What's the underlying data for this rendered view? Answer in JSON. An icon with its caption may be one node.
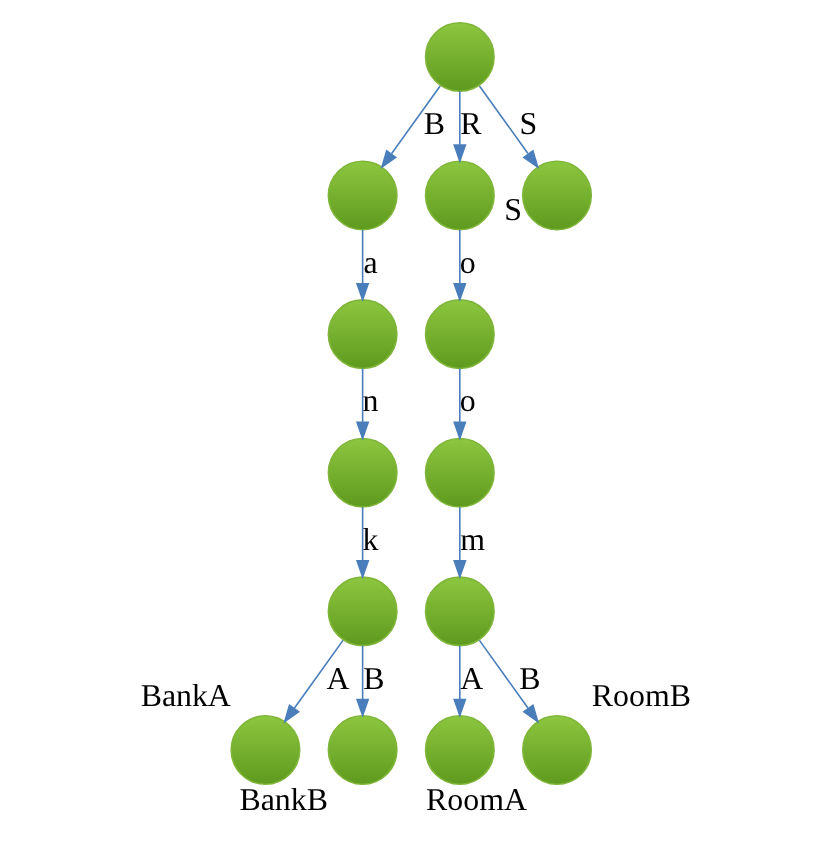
{
  "diagram": {
    "nodes": [
      {
        "text": [],
        "shape": "circle"
      },
      {
        "text": [],
        "shape": "circle"
      },
      {
        "text": [],
        "shape": "circle"
      },
      {
        "text": [],
        "shape": "circle",
        "beside": [
          "S"
        ]
      },
      {
        "text": [],
        "shape": "circle"
      },
      {
        "text": [],
        "shape": "circle"
      },
      {
        "text": [],
        "shape": "circle"
      },
      {
        "text": [],
        "shape": "circle"
      },
      {
        "text": [],
        "shape": "circle"
      },
      {
        "text": [],
        "shape": "circle"
      },
      {
        "text": [],
        "shape": "circle",
        "beside": [
          "BankA"
        ]
      },
      {
        "text": [],
        "shape": "circle",
        "beside": [
          "BankB"
        ]
      },
      {
        "text": [],
        "shape": "circle",
        "beside": [
          "RoomA"
        ]
      },
      {
        "text": [],
        "shape": "circle",
        "beside": [
          "RoomB"
        ]
      }
    ],
    "edges": [
      {
        "from": 0,
        "to": 1,
        "arrow": "to",
        "label": "B"
      },
      {
        "from": 0,
        "to": 2,
        "arrow": "to",
        "label": "R"
      },
      {
        "from": 0,
        "to": 3,
        "arrow": "to",
        "label": "S"
      },
      {
        "from": 1,
        "to": 4,
        "arrow": "to",
        "label": "a"
      },
      {
        "from": 2,
        "to": 5,
        "arrow": "to",
        "label": "o"
      },
      {
        "from": 4,
        "to": 6,
        "arrow": "to",
        "label": "n"
      },
      {
        "from": 5,
        "to": 7,
        "arrow": "to",
        "label": "o"
      },
      {
        "from": 6,
        "to": 8,
        "arrow": "to",
        "label": "k"
      },
      {
        "from": 7,
        "to": 9,
        "arrow": "to",
        "label": "m"
      },
      {
        "from": 8,
        "to": 10,
        "arrow": "to",
        "label": "A"
      },
      {
        "from": 8,
        "to": 11,
        "arrow": "to",
        "label": "B"
      },
      {
        "from": 9,
        "to": 12,
        "arrow": "to",
        "label": "A"
      },
      {
        "from": 9,
        "to": 13,
        "arrow": "to",
        "label": "B"
      }
    ]
  }
}
